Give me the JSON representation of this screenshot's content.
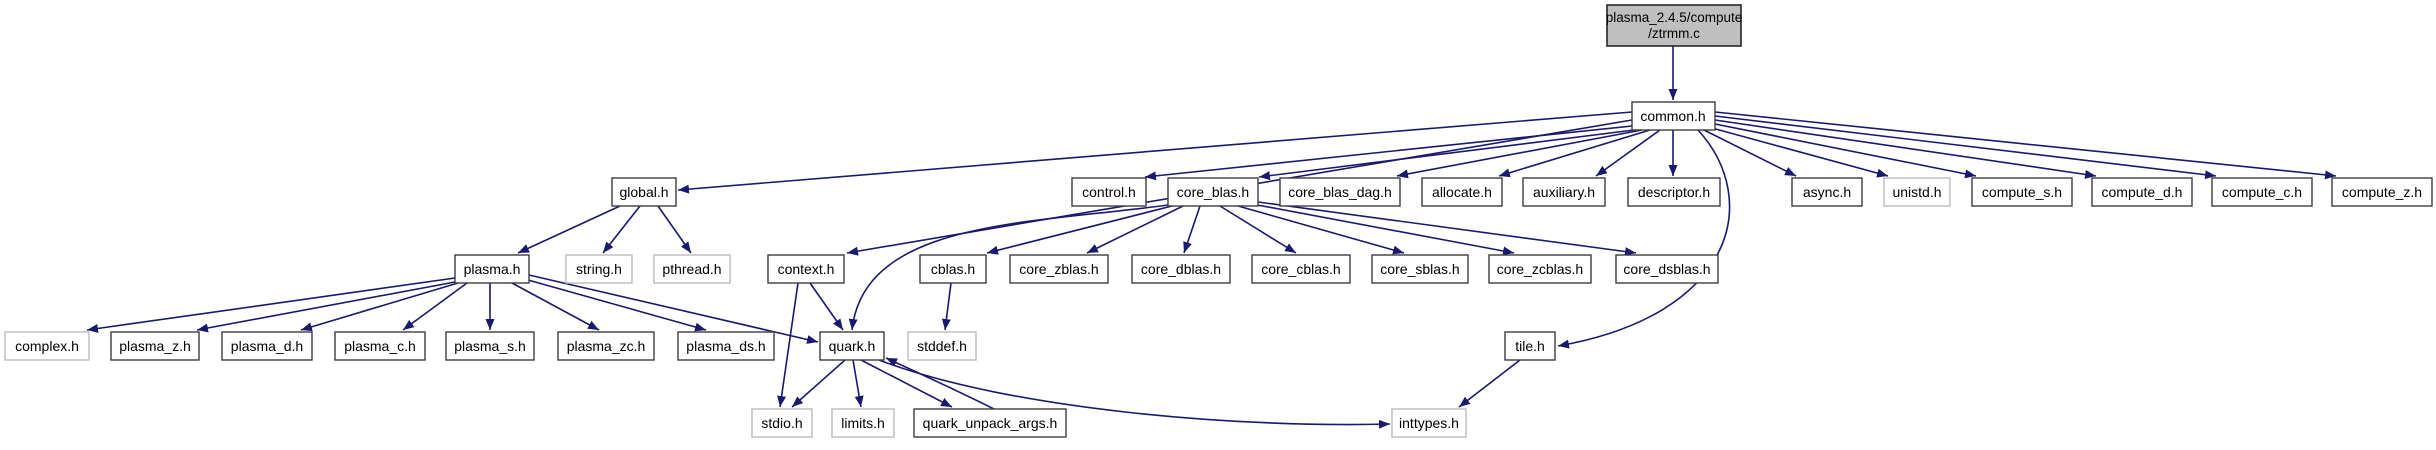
{
  "graph": {
    "source": {
      "line1": "plasma_2.4.5/compute",
      "line2": "/ztrmm.c"
    },
    "nodes": [
      {
        "id": "common.h",
        "label": "common.h",
        "kind": "internal"
      },
      {
        "id": "global.h",
        "label": "global.h",
        "kind": "internal"
      },
      {
        "id": "control.h",
        "label": "control.h",
        "kind": "internal"
      },
      {
        "id": "core_blas.h",
        "label": "core_blas.h",
        "kind": "internal"
      },
      {
        "id": "core_blas_dag.h",
        "label": "core_blas_dag.h",
        "kind": "internal"
      },
      {
        "id": "allocate.h",
        "label": "allocate.h",
        "kind": "internal"
      },
      {
        "id": "auxiliary.h",
        "label": "auxiliary.h",
        "kind": "internal"
      },
      {
        "id": "descriptor.h",
        "label": "descriptor.h",
        "kind": "internal"
      },
      {
        "id": "async.h",
        "label": "async.h",
        "kind": "internal"
      },
      {
        "id": "unistd.h",
        "label": "unistd.h",
        "kind": "external"
      },
      {
        "id": "compute_s.h",
        "label": "compute_s.h",
        "kind": "internal"
      },
      {
        "id": "compute_d.h",
        "label": "compute_d.h",
        "kind": "internal"
      },
      {
        "id": "compute_c.h",
        "label": "compute_c.h",
        "kind": "internal"
      },
      {
        "id": "compute_z.h",
        "label": "compute_z.h",
        "kind": "internal"
      },
      {
        "id": "plasma.h",
        "label": "plasma.h",
        "kind": "internal"
      },
      {
        "id": "string.h",
        "label": "string.h",
        "kind": "external"
      },
      {
        "id": "pthread.h",
        "label": "pthread.h",
        "kind": "external"
      },
      {
        "id": "context.h",
        "label": "context.h",
        "kind": "internal"
      },
      {
        "id": "cblas.h",
        "label": "cblas.h",
        "kind": "internal"
      },
      {
        "id": "core_zblas.h",
        "label": "core_zblas.h",
        "kind": "internal"
      },
      {
        "id": "core_dblas.h",
        "label": "core_dblas.h",
        "kind": "internal"
      },
      {
        "id": "core_cblas.h",
        "label": "core_cblas.h",
        "kind": "internal"
      },
      {
        "id": "core_sblas.h",
        "label": "core_sblas.h",
        "kind": "internal"
      },
      {
        "id": "core_zcblas.h",
        "label": "core_zcblas.h",
        "kind": "internal"
      },
      {
        "id": "core_dsblas.h",
        "label": "core_dsblas.h",
        "kind": "internal"
      },
      {
        "id": "complex.h",
        "label": "complex.h",
        "kind": "external"
      },
      {
        "id": "plasma_z.h",
        "label": "plasma_z.h",
        "kind": "internal"
      },
      {
        "id": "plasma_d.h",
        "label": "plasma_d.h",
        "kind": "internal"
      },
      {
        "id": "plasma_c.h",
        "label": "plasma_c.h",
        "kind": "internal"
      },
      {
        "id": "plasma_s.h",
        "label": "plasma_s.h",
        "kind": "internal"
      },
      {
        "id": "plasma_zc.h",
        "label": "plasma_zc.h",
        "kind": "internal"
      },
      {
        "id": "plasma_ds.h",
        "label": "plasma_ds.h",
        "kind": "internal"
      },
      {
        "id": "quark.h",
        "label": "quark.h",
        "kind": "internal"
      },
      {
        "id": "stddef.h",
        "label": "stddef.h",
        "kind": "external"
      },
      {
        "id": "tile.h",
        "label": "tile.h",
        "kind": "internal"
      },
      {
        "id": "stdio.h",
        "label": "stdio.h",
        "kind": "external"
      },
      {
        "id": "limits.h",
        "label": "limits.h",
        "kind": "external"
      },
      {
        "id": "quark_unpack_args.h",
        "label": "quark_unpack_args.h",
        "kind": "internal"
      },
      {
        "id": "inttypes.h",
        "label": "inttypes.h",
        "kind": "external"
      }
    ],
    "edges": [
      {
        "from": "plasma_2.4.5/compute/ztrmm.c",
        "to": "common.h"
      },
      {
        "from": "common.h",
        "to": "global.h"
      },
      {
        "from": "common.h",
        "to": "control.h"
      },
      {
        "from": "common.h",
        "to": "core_blas.h"
      },
      {
        "from": "common.h",
        "to": "core_blas_dag.h"
      },
      {
        "from": "common.h",
        "to": "allocate.h"
      },
      {
        "from": "common.h",
        "to": "auxiliary.h"
      },
      {
        "from": "common.h",
        "to": "descriptor.h"
      },
      {
        "from": "common.h",
        "to": "async.h"
      },
      {
        "from": "common.h",
        "to": "unistd.h"
      },
      {
        "from": "common.h",
        "to": "compute_s.h"
      },
      {
        "from": "common.h",
        "to": "compute_d.h"
      },
      {
        "from": "common.h",
        "to": "compute_c.h"
      },
      {
        "from": "common.h",
        "to": "compute_z.h"
      },
      {
        "from": "common.h",
        "to": "context.h"
      },
      {
        "from": "common.h",
        "to": "tile.h"
      },
      {
        "from": "global.h",
        "to": "plasma.h"
      },
      {
        "from": "global.h",
        "to": "string.h"
      },
      {
        "from": "global.h",
        "to": "pthread.h"
      },
      {
        "from": "plasma.h",
        "to": "complex.h"
      },
      {
        "from": "plasma.h",
        "to": "plasma_z.h"
      },
      {
        "from": "plasma.h",
        "to": "plasma_d.h"
      },
      {
        "from": "plasma.h",
        "to": "plasma_c.h"
      },
      {
        "from": "plasma.h",
        "to": "plasma_s.h"
      },
      {
        "from": "plasma.h",
        "to": "plasma_zc.h"
      },
      {
        "from": "plasma.h",
        "to": "plasma_ds.h"
      },
      {
        "from": "plasma.h",
        "to": "quark.h"
      },
      {
        "from": "context.h",
        "to": "quark.h"
      },
      {
        "from": "context.h",
        "to": "stdio.h"
      },
      {
        "from": "core_blas.h",
        "to": "cblas.h"
      },
      {
        "from": "core_blas.h",
        "to": "quark.h"
      },
      {
        "from": "core_blas.h",
        "to": "core_zblas.h"
      },
      {
        "from": "core_blas.h",
        "to": "core_dblas.h"
      },
      {
        "from": "core_blas.h",
        "to": "core_cblas.h"
      },
      {
        "from": "core_blas.h",
        "to": "core_sblas.h"
      },
      {
        "from": "core_blas.h",
        "to": "core_zcblas.h"
      },
      {
        "from": "core_blas.h",
        "to": "core_dsblas.h"
      },
      {
        "from": "cblas.h",
        "to": "stddef.h"
      },
      {
        "from": "quark.h",
        "to": "stdio.h"
      },
      {
        "from": "quark.h",
        "to": "limits.h"
      },
      {
        "from": "quark.h",
        "to": "quark_unpack_args.h"
      },
      {
        "from": "quark_unpack_args.h",
        "to": "quark.h"
      },
      {
        "from": "quark.h",
        "to": "inttypes.h"
      },
      {
        "from": "tile.h",
        "to": "inttypes.h"
      }
    ],
    "colors": {
      "edge": "#191970",
      "node_fill": "#ffffff",
      "internal_border": "#3d3d3d",
      "external_border": "#bcbcbc",
      "source_fill": "#bfbfbf"
    }
  }
}
